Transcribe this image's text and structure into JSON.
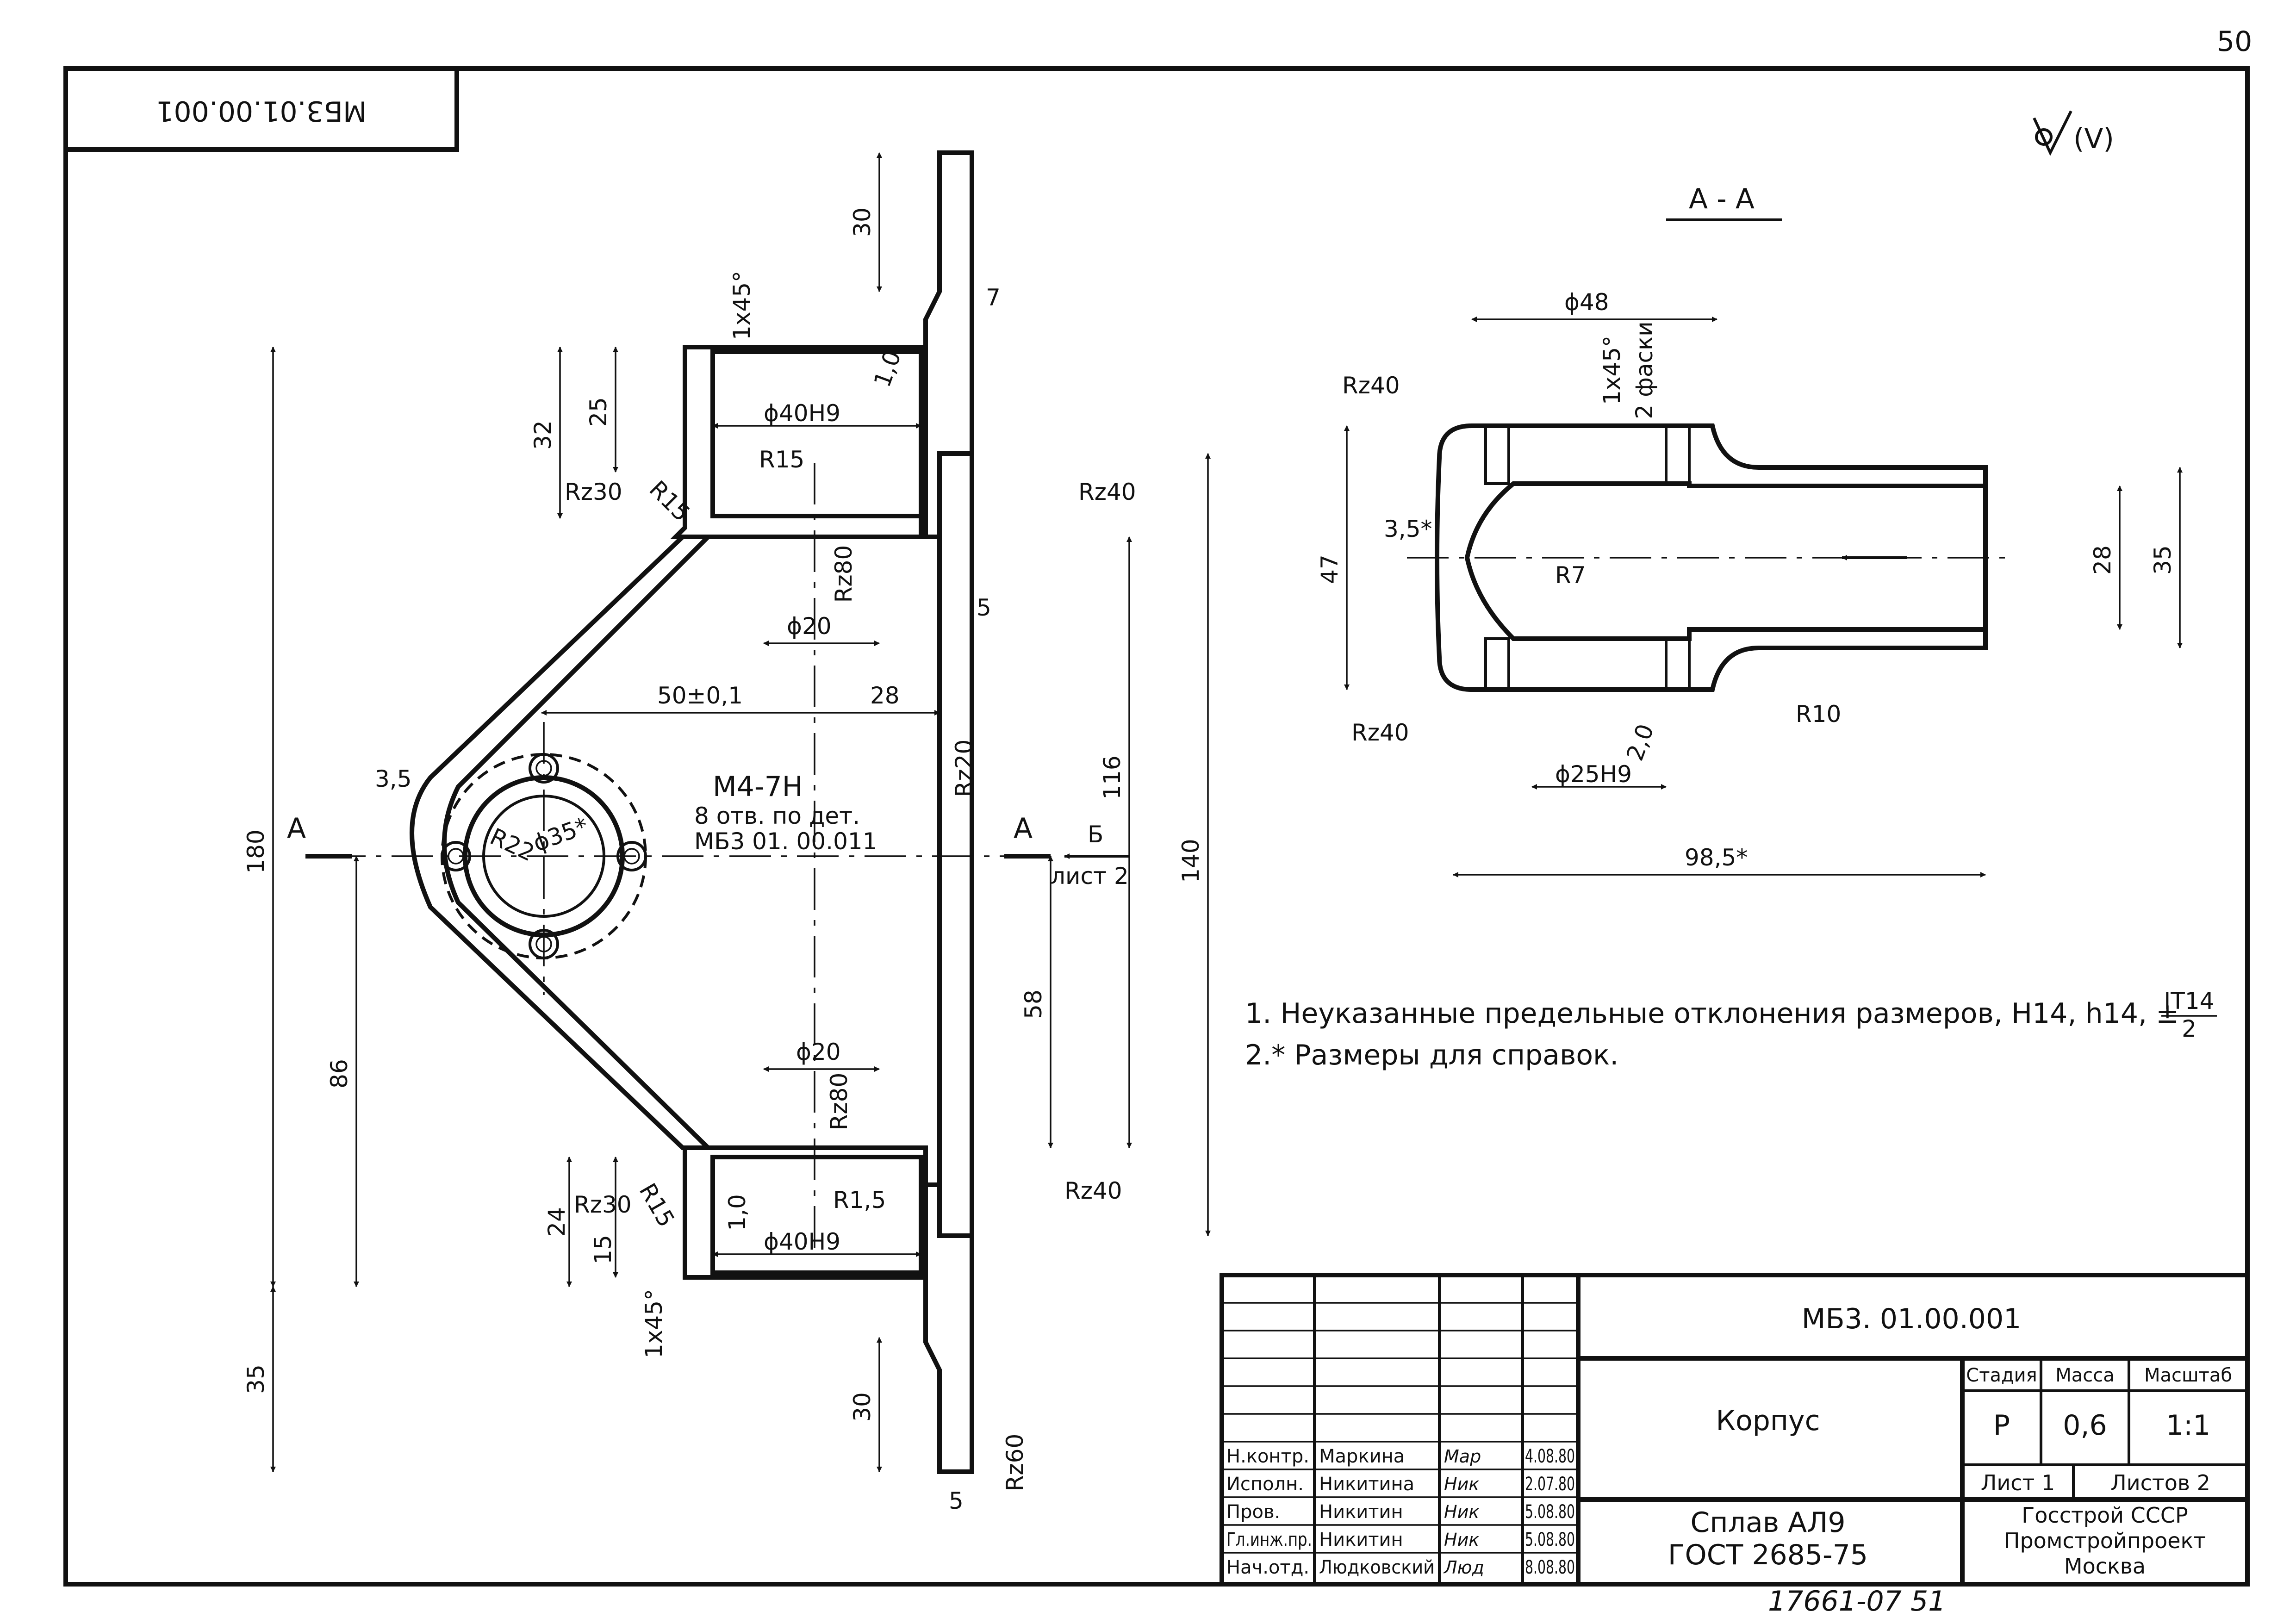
{
  "sheet": {
    "page_number": "50",
    "archive_number": "17661-07 51",
    "corner_code": "МБ3.01.00.001",
    "roughness_mark": "(V)"
  },
  "main_view": {
    "dims": {
      "d30_top": "30",
      "d7": "7",
      "d1x45_top": "1х45°",
      "d1_0_top": "1,0",
      "d40h9_top": "ϕ40Н9",
      "d25": "25",
      "d32": "32",
      "rz30_top": "Rz30",
      "r15_top": "R15",
      "r15_inner_top": "R15",
      "rz40_right_top": "Rz40",
      "rz80_top": "Rz80",
      "d20_top": "ϕ20",
      "d5_mid": "5",
      "d50": "50±0,1",
      "d28": "28",
      "rz20": "Rz20",
      "d3_5": "3,5",
      "r22": "R22",
      "d35": "ϕ35*",
      "thread": "М4-7Н",
      "holes_note1": "8 отв. по дет.",
      "holes_note2": "МБ3 01. 00.011",
      "d116": "116",
      "d180": "180",
      "section_left": "А",
      "section_right": "А",
      "view_b": "Б",
      "view_b_sheet": "лист 2",
      "d140": "140",
      "d58": "58",
      "d86": "86",
      "d20_bot": "ϕ20",
      "rz80_bot": "Rz80",
      "d1_0_bot": "1,0",
      "r1_5_bot": "R1,5",
      "rz40_right_bot": "Rz40",
      "rz30_bot": "Rz30",
      "r15_bot": "R15",
      "d24": "24",
      "d15": "15",
      "d40h9_bot": "ϕ40Н9",
      "d1x45_bot": "1х45°",
      "d35_bot": "35",
      "d30_bot": "30",
      "rz60": "Rz60",
      "d5_bot": "5"
    }
  },
  "section_view": {
    "title": "А - А",
    "dims": {
      "d48": "ϕ48",
      "chamfer": "1х45°",
      "chamfer_note": "2 фаски",
      "rz40_top": "Rz40",
      "d47": "47",
      "d3_5": "3,5*",
      "r7": "R7",
      "d28": "28",
      "d35": "35",
      "rz40_bot": "Rz40",
      "d2_0": "2,0",
      "r10": "R10",
      "d25h9": "ϕ25Н9",
      "d98_5": "98,5*"
    }
  },
  "notes": {
    "note1": "1. Неуказанные предельные отклонения размеров, Н14, h14, ±",
    "note1_frac_top": "IT14",
    "note1_frac_bottom": "2",
    "note2": "2.* Размеры для справок."
  },
  "title_block": {
    "designation": "МБ3. 01.00.001",
    "part_name": "Корпус",
    "material_line1": "Сплав АЛ9",
    "material_line2": "ГОСТ 2685-75",
    "stage_header": "Стадия",
    "mass_header": "Масса",
    "scale_header": "Масштаб",
    "stage_value": "Р",
    "mass_value": "0,6",
    "scale_value": "1:1",
    "sheet_label": "Лист 1",
    "sheets_label": "Листов 2",
    "org_line1": "Госстрой СССР",
    "org_line2": "Промстройпроект",
    "org_line3": "Москва",
    "signatures": [
      {
        "role": "Н.контр.",
        "name": "Маркина",
        "sign": "Мар",
        "date": "4.08.80"
      },
      {
        "role": "Исполн.",
        "name": "Никитина",
        "sign": "Ник",
        "date": "2.07.80"
      },
      {
        "role": "Пров.",
        "name": "Никитин",
        "sign": "Ник",
        "date": "5.08.80"
      },
      {
        "role": "Гл.инж.пр.",
        "name": "Никитин",
        "sign": "Ник",
        "date": "5.08.80"
      },
      {
        "role": "Нач.отд.",
        "name": "Людковский",
        "sign": "Люд",
        "date": "8.08.80"
      }
    ]
  }
}
